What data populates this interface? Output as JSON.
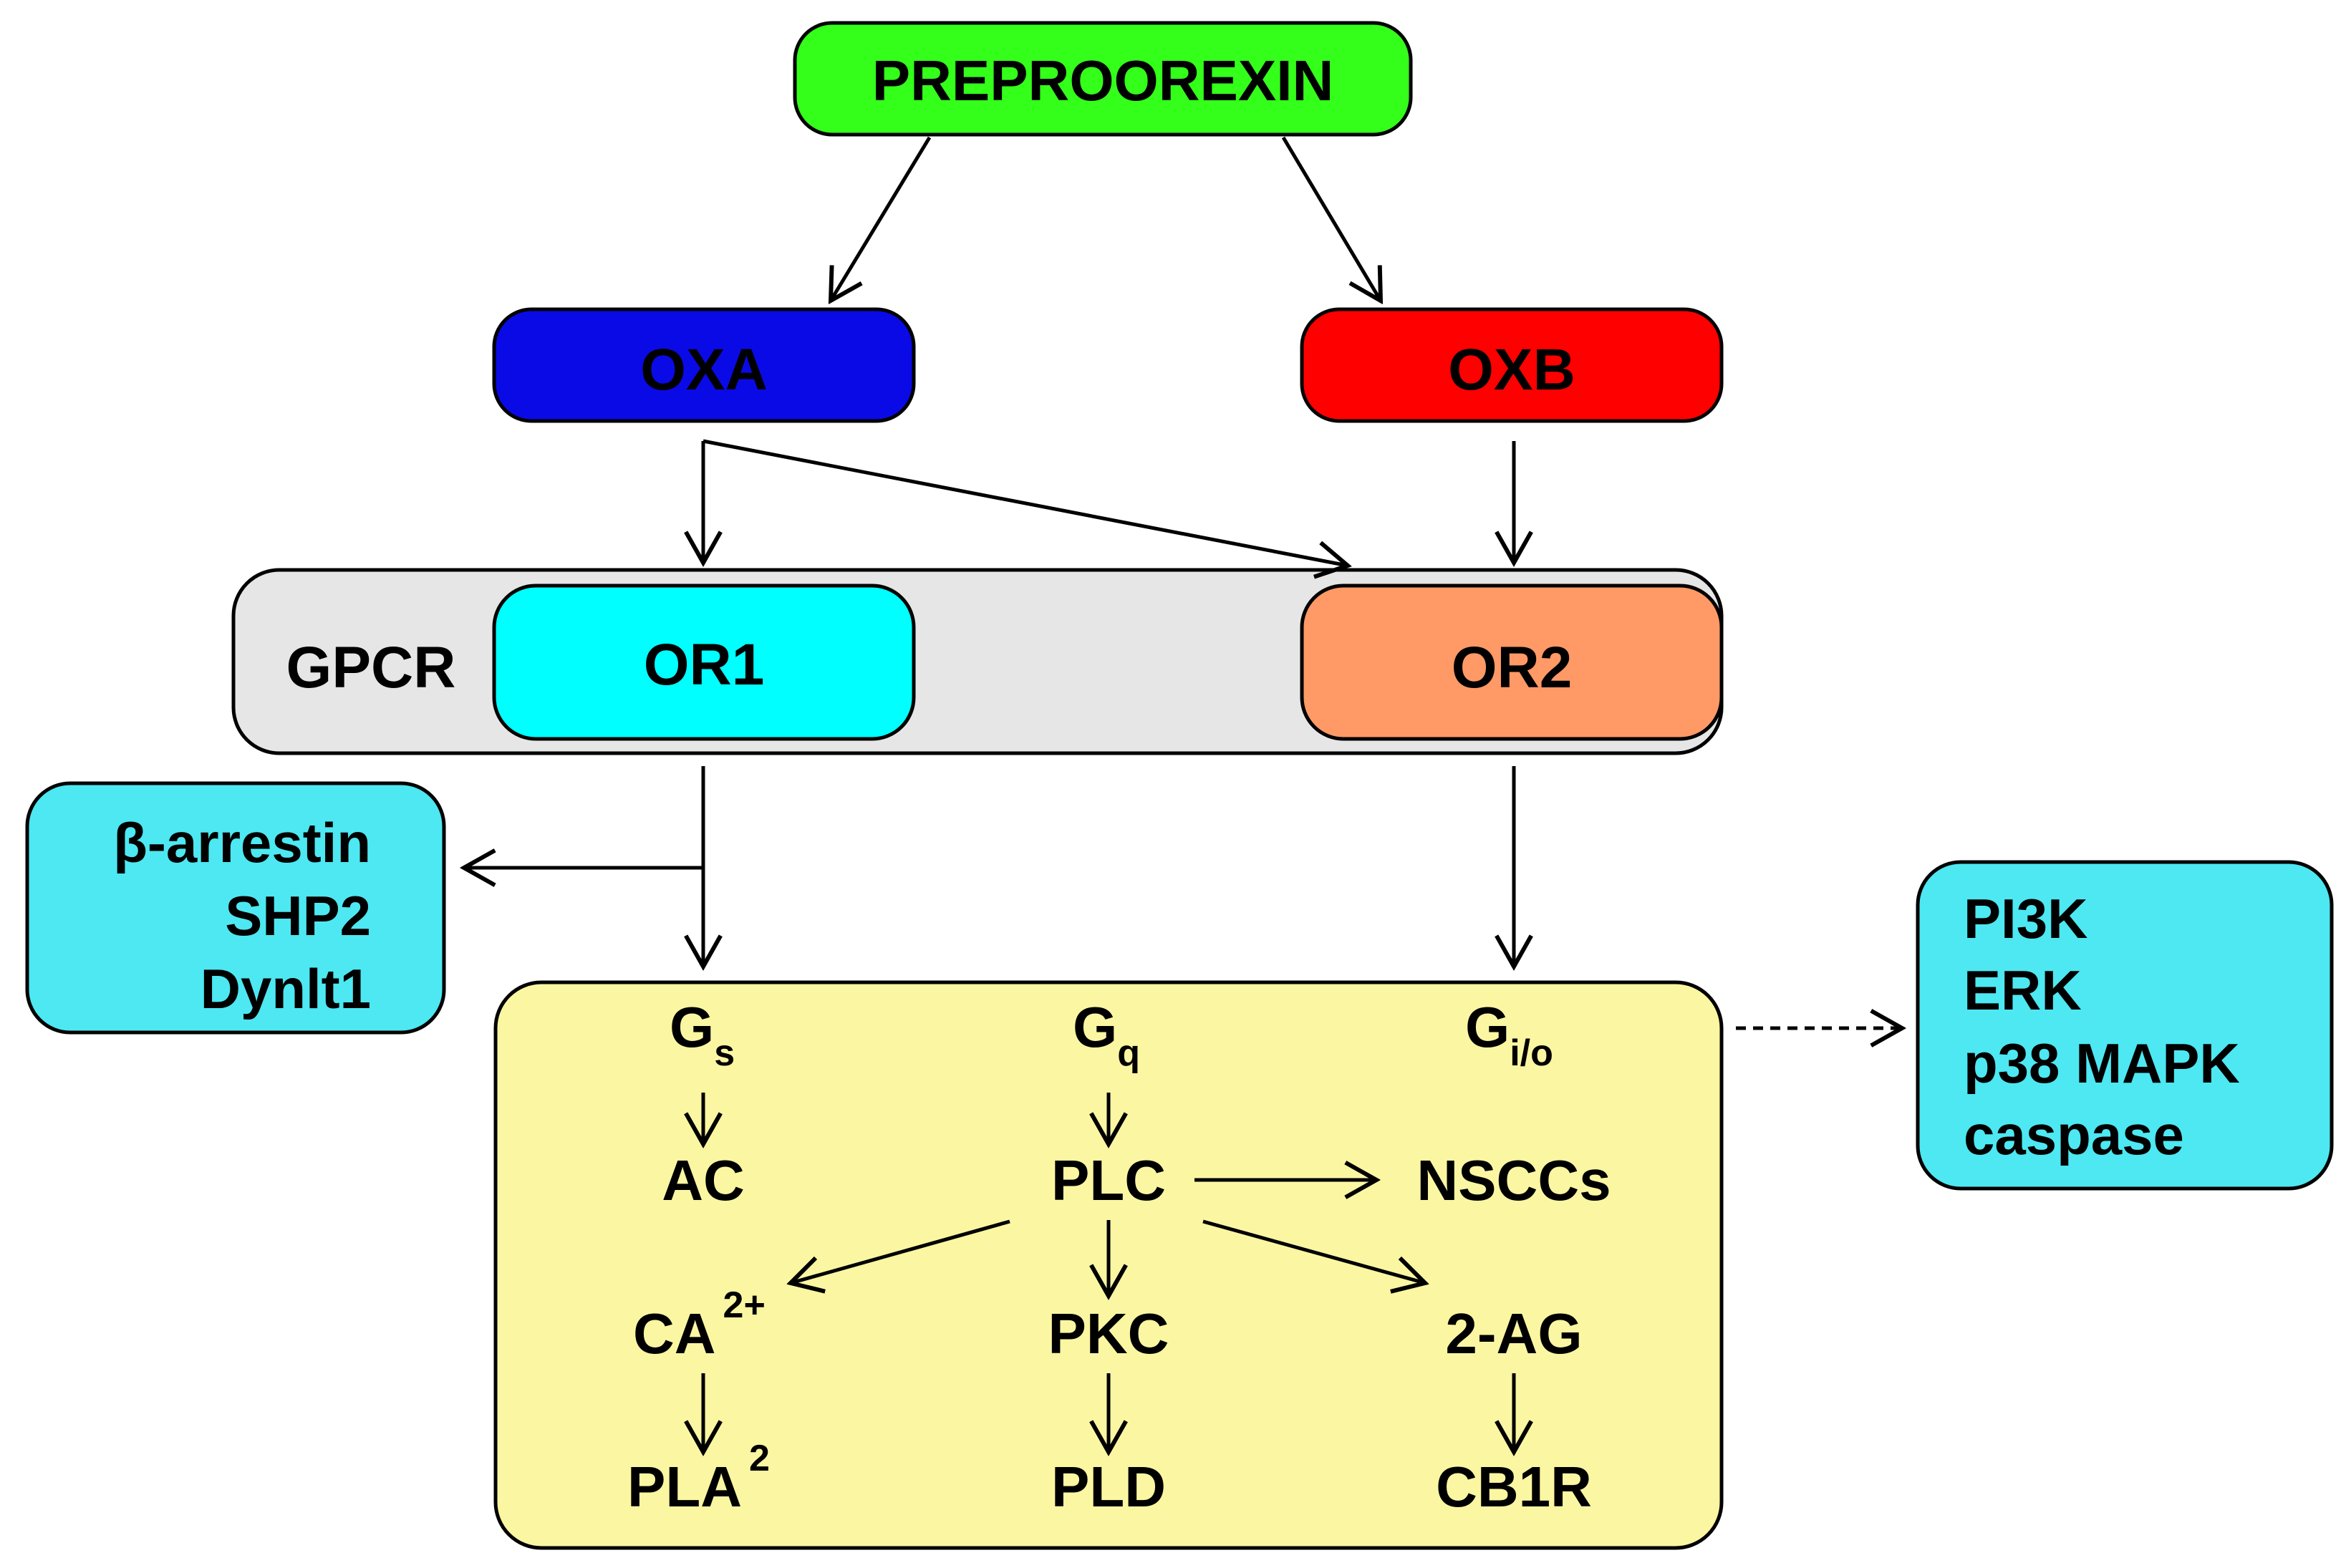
{
  "colors": {
    "preproorexin": "#33ff1a",
    "oxa": "#0a0ae6",
    "oxb": "#ff0000",
    "or1": "#00ffff",
    "or2": "#ff9966",
    "gpcr_band": "#e6e6e6",
    "arrestin_box": "#4de8f2",
    "pathway_box": "#fbf6a2",
    "kinase_box": "#4de8f2",
    "stroke": "#000000",
    "white_text": "#ffffff"
  },
  "nodes": {
    "preproorexin": "PREPROOREXIN",
    "oxa": "OXA",
    "oxb": "OXB",
    "gpcr": "GPCR",
    "or1": "OR1",
    "or2": "OR2",
    "arrestin_lines": [
      "β-arrestin",
      "SHP2",
      "Dynlt1"
    ],
    "kinase_lines": [
      "PI3K",
      "ERK",
      "p38 MAPK",
      "caspase"
    ],
    "gs": {
      "base": "G",
      "sub": "s"
    },
    "gq": {
      "base": "G",
      "sub": "q"
    },
    "gio": {
      "base": "G",
      "sub": "i/o"
    },
    "ac": "AC",
    "plc": "PLC",
    "nsccs": "NSCCs",
    "ca": {
      "base": "CA",
      "sup": "2+"
    },
    "pkc": "PKC",
    "two_ag": "2-AG",
    "pla": {
      "base": "PLA",
      "sup": "2"
    },
    "pld": "PLD",
    "cb1r": "CB1R"
  }
}
